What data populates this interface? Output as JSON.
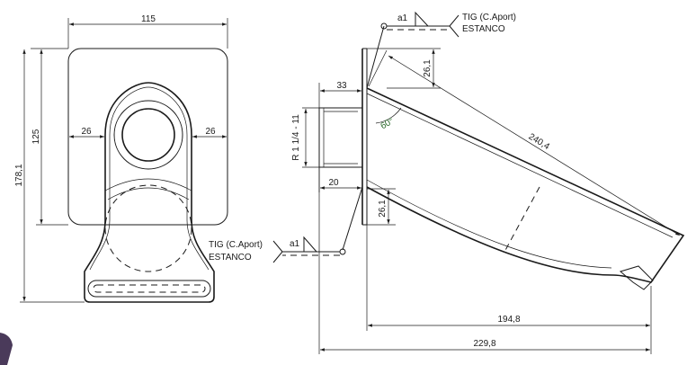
{
  "front_view": {
    "width_overall": "115",
    "height_plate": "125",
    "height_overall": "178,1",
    "margin_left": "26",
    "margin_right": "26"
  },
  "side_view": {
    "flange_depth": "33",
    "thread": "R 1 1/4 - 11",
    "thread_length": "20",
    "spout_length": "240,4",
    "top_height": "26,1",
    "lower_height": "26,1",
    "angle": "60°",
    "horizontal_reach": "194,8",
    "total_reach": "229,8"
  },
  "weld_top": {
    "size": "a1",
    "note_line1": "TIG (C.Aport)",
    "note_line2": "ESTANCO"
  },
  "weld_bottom": {
    "size": "a1",
    "note_line1": "TIG (C.Aport)",
    "note_line2": "ESTANCO"
  },
  "colors": {
    "line": "#1a1a1a",
    "angle_text": "#2a6a2a",
    "corner_badge": "#4a3a5a"
  }
}
